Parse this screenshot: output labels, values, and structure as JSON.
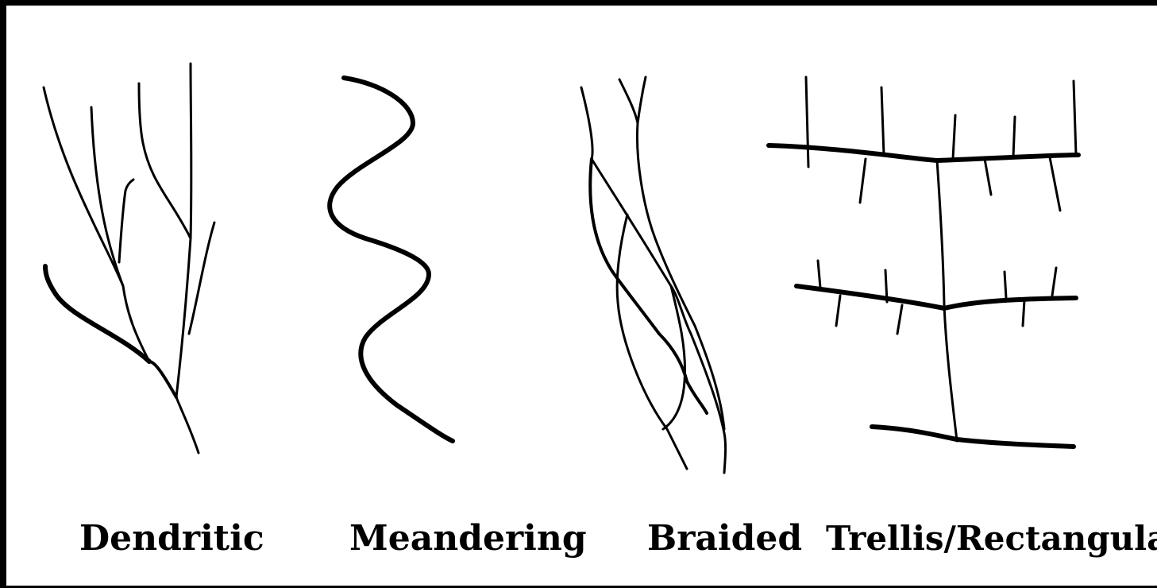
{
  "figure": {
    "labels": {
      "dendritic": "Dendritic",
      "meandering": "Meandering",
      "braided": "Braided",
      "trellis": "Trellis/Rectangular"
    }
  }
}
